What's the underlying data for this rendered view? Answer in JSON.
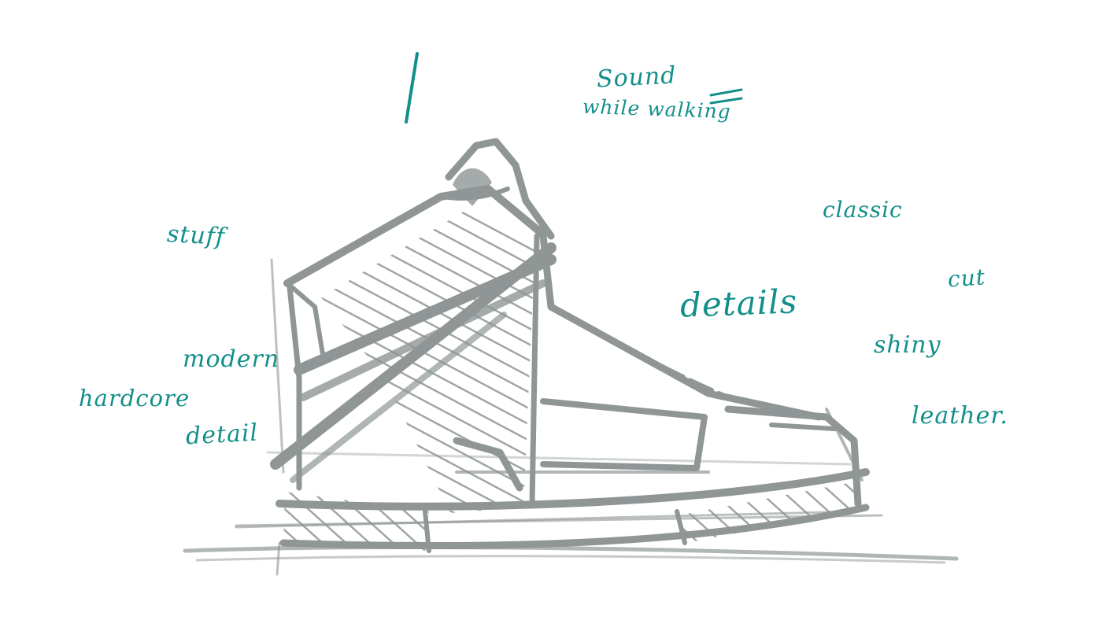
{
  "sketch": {
    "stroke_color": "#8f9695",
    "annotation_color": "#138f8a",
    "annotations": {
      "sound": "Sound",
      "while_walking": "while walking",
      "stuff": "stuff",
      "classic": "classic",
      "cut": "cut",
      "details": "details",
      "shiny": "shiny",
      "modern": "modern",
      "hardcore": "hardcore",
      "detail": "detail",
      "leather": "leather."
    }
  }
}
